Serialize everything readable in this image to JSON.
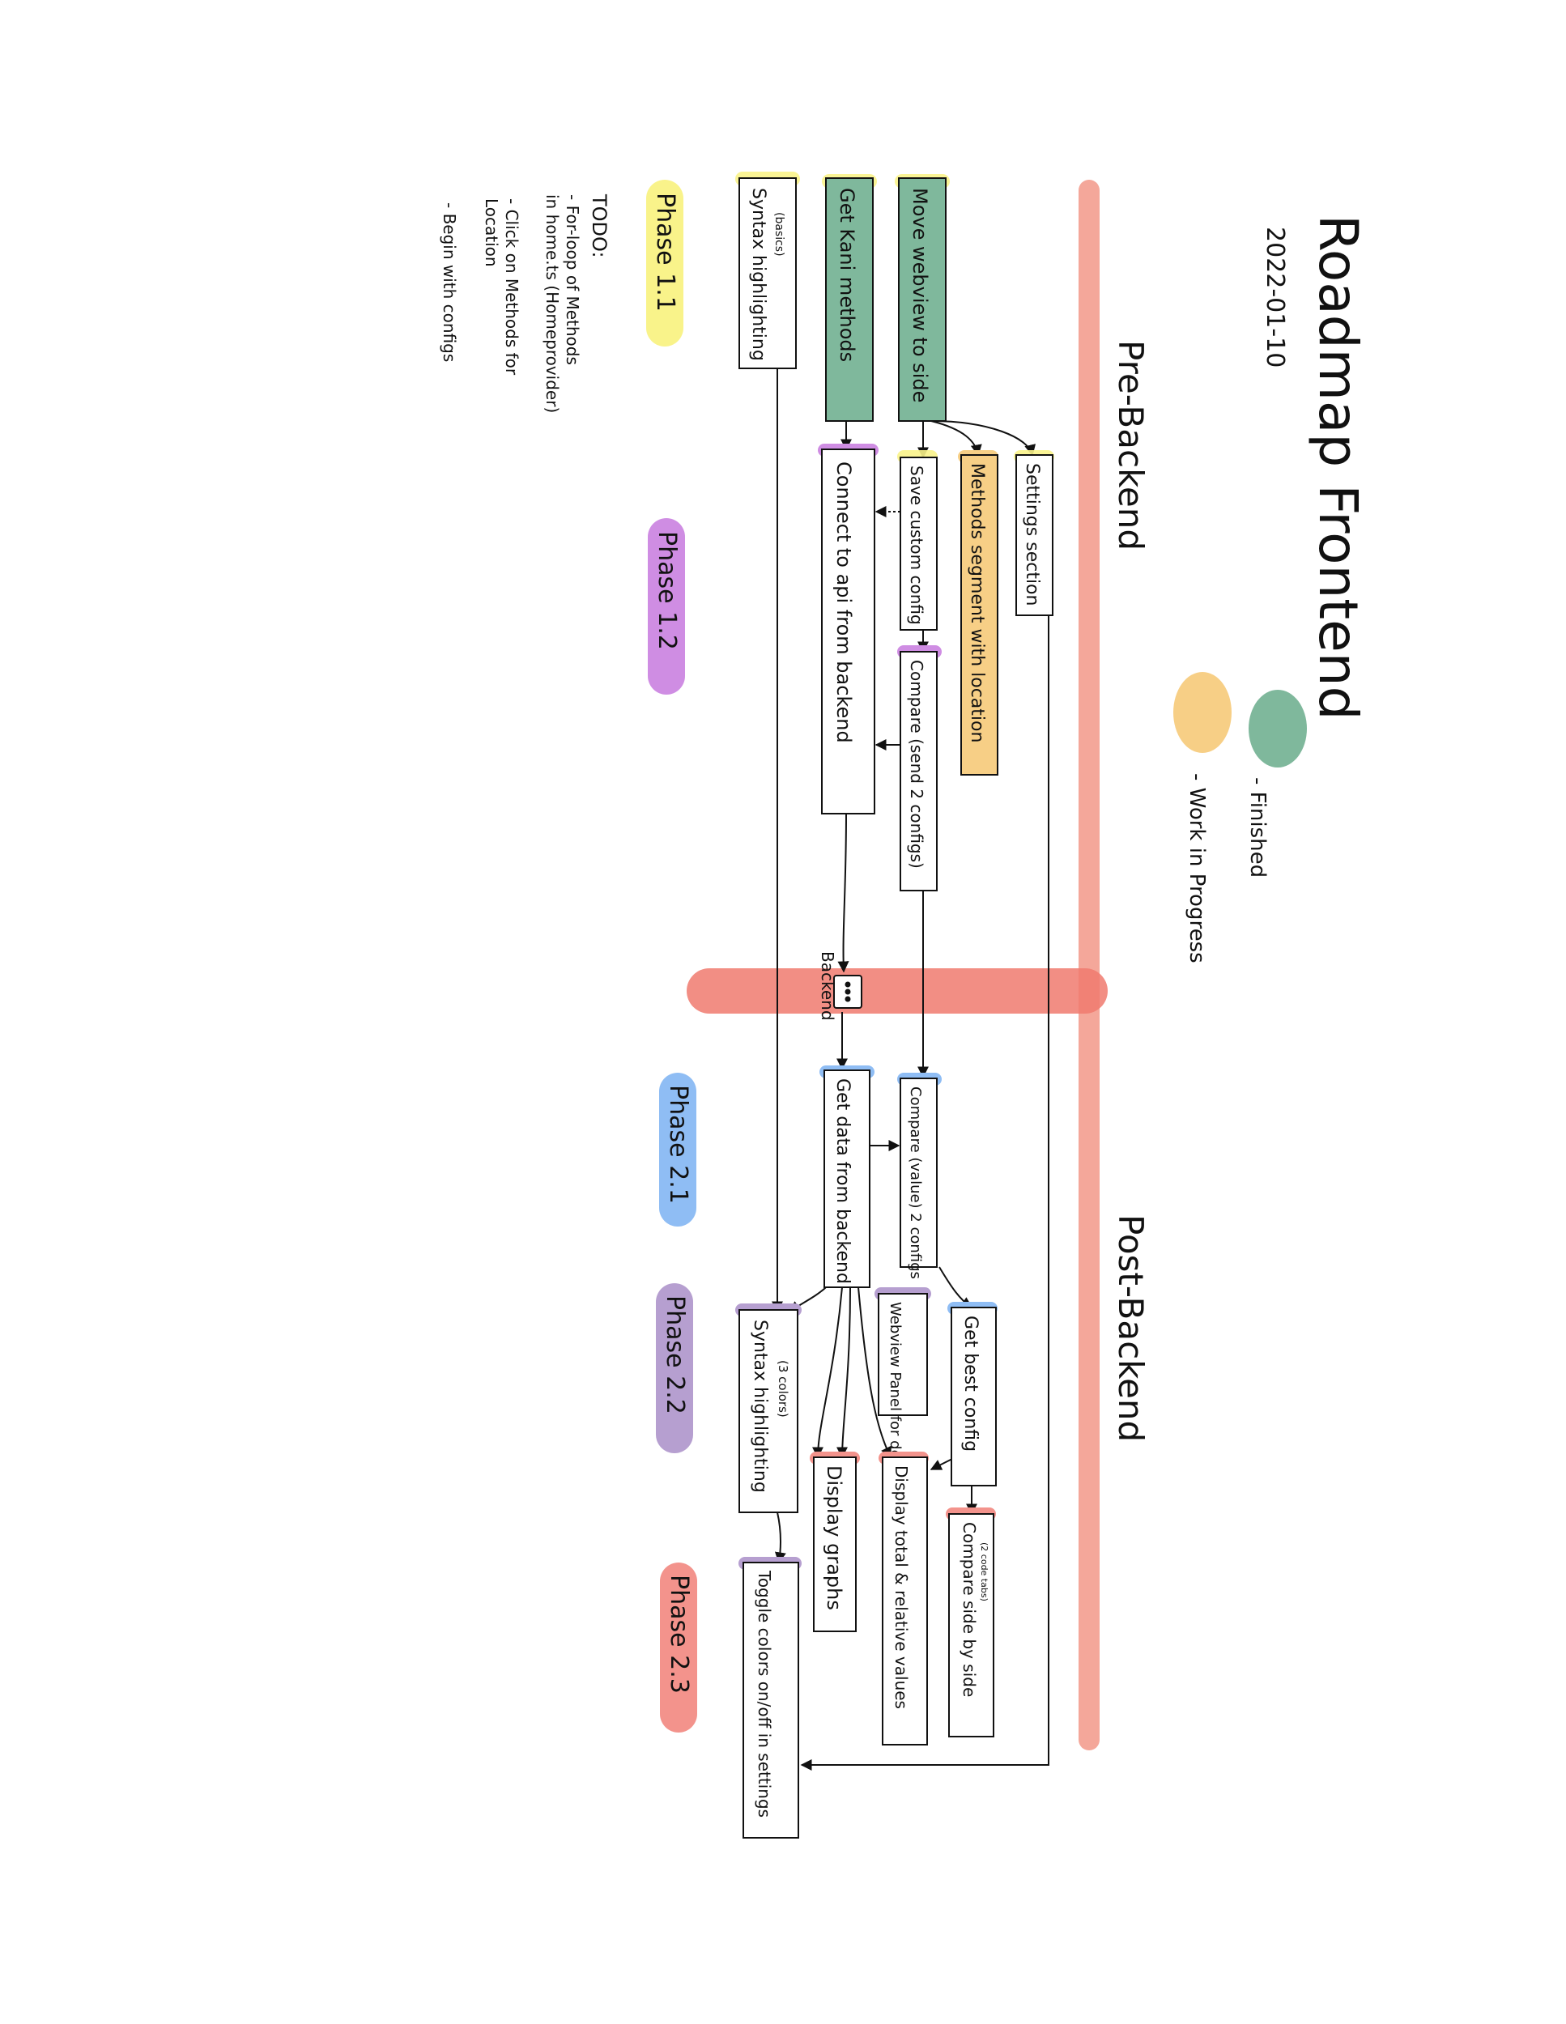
{
  "title": "Roadmap Frontend",
  "date": "2022-01-10",
  "sections": {
    "pre": "Pre-Backend",
    "post": "Post-Backend"
  },
  "legend": {
    "finished": {
      "label": "- Finished",
      "color": "#7fb89c"
    },
    "wip": {
      "label": "- Work in Progress",
      "color": "#f7cf86"
    }
  },
  "colors": {
    "timeline": "#f4a79a",
    "phase_1_1": "#f9f38a",
    "phase_1_2": "#cf8de3",
    "phase_2_1": "#8fbdf4",
    "phase_2_2": "#b69fd0",
    "phase_2_3": "#f3938c",
    "finished": "#7fb89c",
    "wip": "#f7cf86"
  },
  "phases": {
    "p11": "Phase 1.1",
    "p12": "Phase 1.2",
    "p21": "Phase 2.1",
    "p22": "Phase 2.2",
    "p23": "Phase 2.3"
  },
  "todo": {
    "title": "TODO:",
    "items": [
      "- For-loop of Methods",
      "  in home.ts (Homeprovider)",
      "- Click on Methods for",
      "  Location",
      "- Begin with configs"
    ]
  },
  "backend_label": "Backend",
  "nodes": {
    "move_webview": "Move webview to side",
    "get_kani": "Get Kani methods",
    "syntax_basic": "Syntax highlighting",
    "syntax_basic_sub": "(basics)",
    "settings": "Settings section",
    "methods_segment": "Methods segment with location",
    "save_config": "Save custom config",
    "compare_send": "Compare (send 2 configs)",
    "connect_api": "Connect to api from backend",
    "get_data": "Get data from backend",
    "compare_value": "Compare (value) 2 configs",
    "get_best": "Get best config",
    "webview_panel": "Webview Panel for details",
    "syntax_3": "Syntax highlighting",
    "syntax_3_sub": "(3 colors)",
    "compare_side": "Compare side by side",
    "compare_side_sub": "(2 code tabs)",
    "display_total": "Display total & relative values",
    "display_graphs": "Display graphs",
    "toggle_colors": "Toggle colors on/off in settings"
  }
}
